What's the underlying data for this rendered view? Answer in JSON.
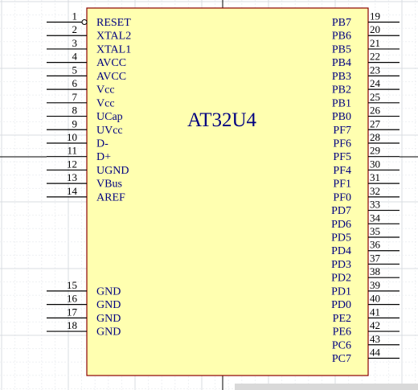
{
  "component": {
    "name": "AT32U4",
    "left_pins": [
      {
        "num": "1",
        "label": "RESET",
        "inverted": true
      },
      {
        "num": "2",
        "label": "XTAL2"
      },
      {
        "num": "3",
        "label": "XTAL1"
      },
      {
        "num": "4",
        "label": "AVCC"
      },
      {
        "num": "5",
        "label": "AVCC"
      },
      {
        "num": "6",
        "label": "Vcc"
      },
      {
        "num": "7",
        "label": "Vcc"
      },
      {
        "num": "8",
        "label": "UCap"
      },
      {
        "num": "9",
        "label": "UVcc"
      },
      {
        "num": "10",
        "label": "D-"
      },
      {
        "num": "11",
        "label": "D+"
      },
      {
        "num": "12",
        "label": "UGND"
      },
      {
        "num": "13",
        "label": "VBus"
      },
      {
        "num": "14",
        "label": "AREF"
      },
      {
        "num": "15",
        "label": "GND"
      },
      {
        "num": "16",
        "label": "GND"
      },
      {
        "num": "17",
        "label": "GND"
      },
      {
        "num": "18",
        "label": "GND"
      }
    ],
    "right_pins": [
      {
        "num": "19",
        "label": "PB7"
      },
      {
        "num": "20",
        "label": "PB6"
      },
      {
        "num": "21",
        "label": "PB5"
      },
      {
        "num": "22",
        "label": "PB4"
      },
      {
        "num": "23",
        "label": "PB3"
      },
      {
        "num": "24",
        "label": "PB2"
      },
      {
        "num": "25",
        "label": "PB1"
      },
      {
        "num": "26",
        "label": "PB0"
      },
      {
        "num": "27",
        "label": "PF7"
      },
      {
        "num": "28",
        "label": "PF6"
      },
      {
        "num": "29",
        "label": "PF5"
      },
      {
        "num": "30",
        "label": "PF4"
      },
      {
        "num": "31",
        "label": "PF1"
      },
      {
        "num": "32",
        "label": "PF0"
      },
      {
        "num": "33",
        "label": "PD7"
      },
      {
        "num": "34",
        "label": "PD6"
      },
      {
        "num": "35",
        "label": "PD5"
      },
      {
        "num": "36",
        "label": "PD4"
      },
      {
        "num": "37",
        "label": "PD3"
      },
      {
        "num": "38",
        "label": "PD2"
      },
      {
        "num": "39",
        "label": "PD1"
      },
      {
        "num": "40",
        "label": "PD0"
      },
      {
        "num": "41",
        "label": "PE2"
      },
      {
        "num": "42",
        "label": "PE6"
      },
      {
        "num": "43",
        "label": "PC6"
      },
      {
        "num": "44",
        "label": "PC7"
      }
    ]
  },
  "colors": {
    "body_fill": "#FFFFB0",
    "body_stroke": "#8B0000",
    "pin_line": "#000000",
    "text": "#000080",
    "grid_minor": "#EEF0F3",
    "grid_major": "#D8DCE2",
    "scrollbar": "#D9D9D9"
  }
}
